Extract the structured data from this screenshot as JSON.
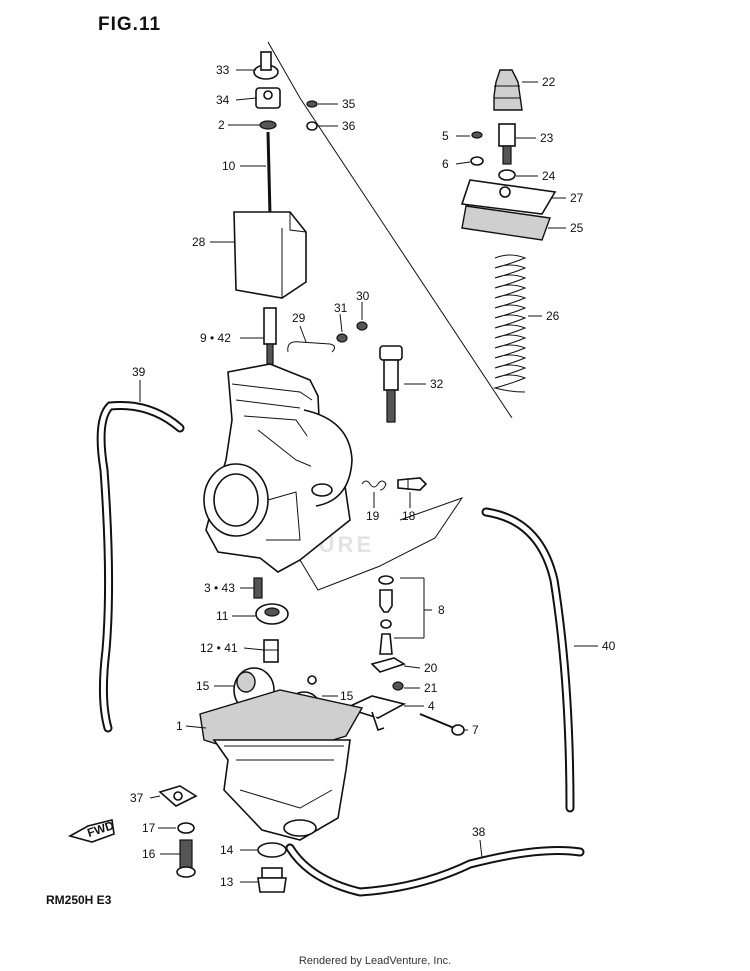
{
  "figure": {
    "title": "FIG.11",
    "model": "RM250H E3"
  },
  "footer": {
    "text": "Rendered by LeadVenture, Inc."
  },
  "watermark": {
    "text": "VENTURE"
  },
  "fwd_label": "FWD",
  "callouts": {
    "c33": "33",
    "c34": "34",
    "c2": "2",
    "c10": "10",
    "c28": "28",
    "c9_42": "9 • 42",
    "c35": "35",
    "c36": "36",
    "c22": "22",
    "c5": "5",
    "c23": "23",
    "c6": "6",
    "c24": "24",
    "c27": "27",
    "c25": "25",
    "c26": "26",
    "c29": "29",
    "c31": "31",
    "c30": "30",
    "c32": "32",
    "c39": "39",
    "c19": "19",
    "c18": "18",
    "c3_43": "3 • 43",
    "c11": "11",
    "c8": "8",
    "c12_41": "12 • 41",
    "c40": "40",
    "c20": "20",
    "c15a": "15",
    "c15b": "15",
    "c21": "21",
    "c4": "4",
    "c1": "1",
    "c7": "7",
    "c37": "37",
    "c17": "17",
    "c16": "16",
    "c14": "14",
    "c13": "13",
    "c38": "38"
  }
}
